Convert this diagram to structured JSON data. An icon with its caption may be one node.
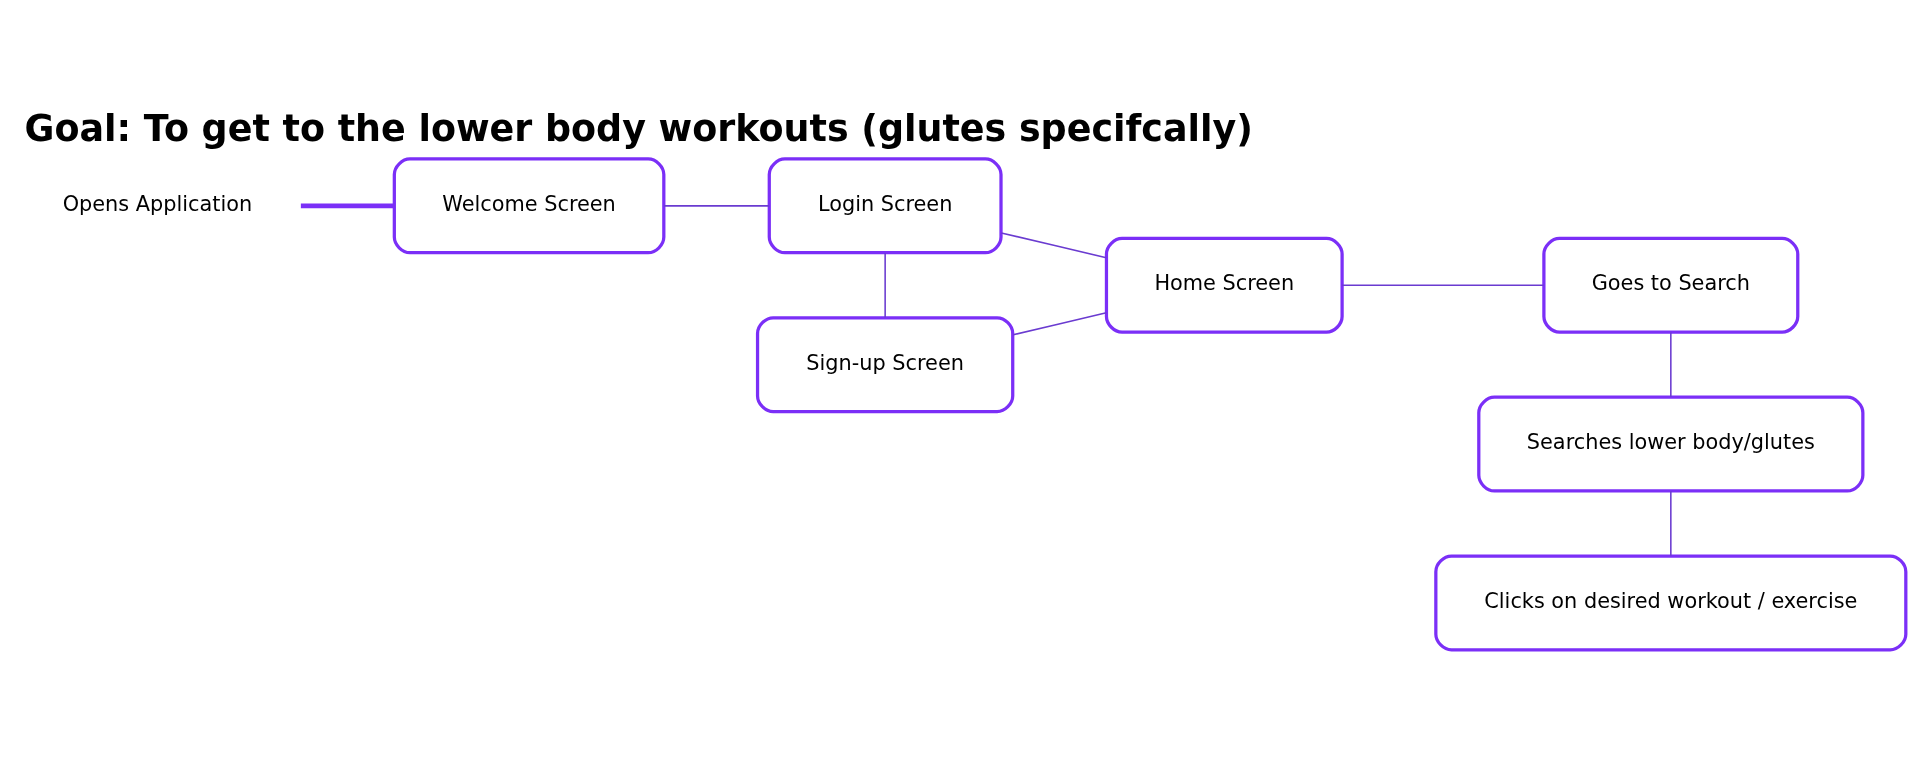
{
  "diagram": {
    "title": "Goal: To get to the lower body workouts (glutes specifcally)",
    "nodes": [
      {
        "text": [
          "Opens Application"
        ]
      },
      {
        "text": [
          "Welcome Screen"
        ]
      },
      {
        "text": [
          "Login Screen"
        ]
      },
      {
        "text": [
          "Home Screen"
        ]
      },
      {
        "text": [
          "Goes to Search"
        ]
      },
      {
        "text": [
          "Sign-up Screen"
        ]
      },
      {
        "text": [
          "Searches lower body/glutes"
        ]
      },
      {
        "text": [
          "Clicks on desired workout / exercise"
        ]
      }
    ],
    "edges": [
      {
        "from": 0,
        "to": 1,
        "arrow": "none",
        "style": "thick",
        "color": "#7b2ff7"
      },
      {
        "from": 1,
        "to": 2,
        "arrow": "none"
      },
      {
        "from": 2,
        "to": 3,
        "arrow": "none"
      },
      {
        "from": 2,
        "to": 5,
        "arrow": "none"
      },
      {
        "from": 5,
        "to": 3,
        "arrow": "none"
      },
      {
        "from": 3,
        "to": 4,
        "arrow": "none"
      },
      {
        "from": 4,
        "to": 6,
        "arrow": "none"
      },
      {
        "from": 6,
        "to": 7,
        "arrow": "none"
      }
    ]
  }
}
